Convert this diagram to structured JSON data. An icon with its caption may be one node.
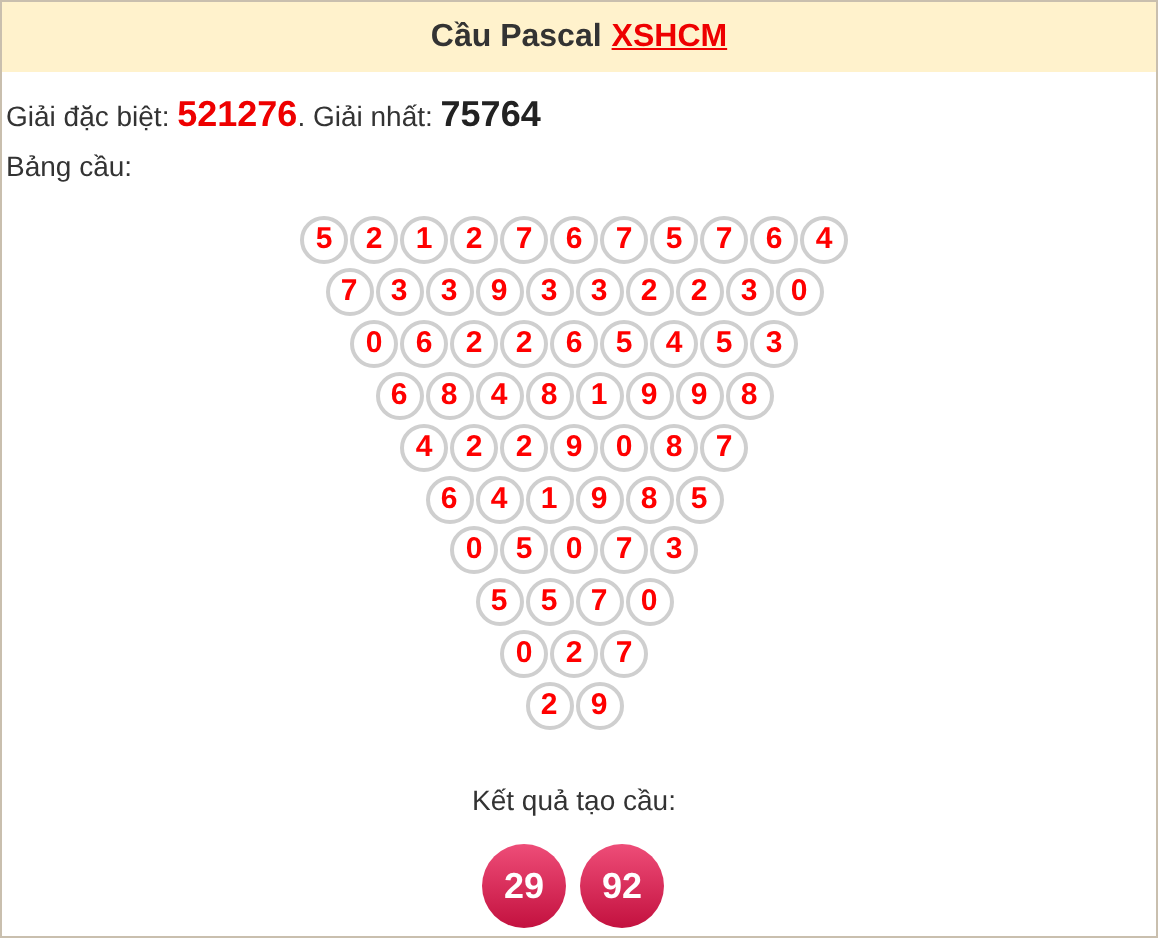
{
  "diagram": {
    "nodes": [
      {
        "text": [
          "Cầu Pascal",
          "XSHCM"
        ]
      },
      {
        "text": [
          "5"
        ]
      },
      {
        "text": [
          "2"
        ]
      },
      {
        "text": [
          "1"
        ]
      },
      {
        "text": [
          "2"
        ]
      },
      {
        "text": [
          "7"
        ]
      },
      {
        "text": [
          "6"
        ]
      },
      {
        "text": [
          "7"
        ]
      },
      {
        "text": [
          "5"
        ]
      },
      {
        "text": [
          "7"
        ]
      },
      {
        "text": [
          "6"
        ]
      },
      {
        "text": [
          "4"
        ]
      },
      {
        "text": [
          "7"
        ]
      },
      {
        "text": [
          "3"
        ]
      },
      {
        "text": [
          "3"
        ]
      },
      {
        "text": [
          "9"
        ]
      },
      {
        "text": [
          "3"
        ]
      },
      {
        "text": [
          "3"
        ]
      },
      {
        "text": [
          "2"
        ]
      },
      {
        "text": [
          "2"
        ]
      },
      {
        "text": [
          "3"
        ]
      },
      {
        "text": [
          "0"
        ]
      },
      {
        "text": [
          "0"
        ]
      },
      {
        "text": [
          "6"
        ]
      },
      {
        "text": [
          "2"
        ]
      },
      {
        "text": [
          "2"
        ]
      },
      {
        "text": [
          "6"
        ]
      },
      {
        "text": [
          "5"
        ]
      },
      {
        "text": [
          "4"
        ]
      },
      {
        "text": [
          "5"
        ]
      },
      {
        "text": [
          "3"
        ]
      },
      {
        "text": [
          "6"
        ]
      },
      {
        "text": [
          "8"
        ]
      },
      {
        "text": [
          "4"
        ]
      },
      {
        "text": [
          "8"
        ]
      },
      {
        "text": [
          "1"
        ]
      },
      {
        "text": [
          "9"
        ]
      },
      {
        "text": [
          "9"
        ]
      },
      {
        "text": [
          "8"
        ]
      },
      {
        "text": [
          "4"
        ]
      },
      {
        "text": [
          "2"
        ]
      },
      {
        "text": [
          "2"
        ]
      },
      {
        "text": [
          "9"
        ]
      },
      {
        "text": [
          "0"
        ]
      },
      {
        "text": [
          "8"
        ]
      },
      {
        "text": [
          "7"
        ]
      },
      {
        "text": [
          "6"
        ]
      },
      {
        "text": [
          "4"
        ]
      },
      {
        "text": [
          "1"
        ]
      },
      {
        "text": [
          "9"
        ]
      },
      {
        "text": [
          "8"
        ]
      },
      {
        "text": [
          "5"
        ]
      },
      {
        "text": [
          "0"
        ]
      },
      {
        "text": [
          "5"
        ]
      },
      {
        "text": [
          "0"
        ]
      },
      {
        "text": [
          "7"
        ]
      },
      {
        "text": [
          "3"
        ]
      },
      {
        "text": [
          "5"
        ]
      },
      {
        "text": [
          "5"
        ]
      },
      {
        "text": [
          "7"
        ]
      },
      {
        "text": [
          "0"
        ]
      },
      {
        "text": [
          "0"
        ]
      },
      {
        "text": [
          "2"
        ]
      },
      {
        "text": [
          "7"
        ]
      },
      {
        "text": [
          "2"
        ]
      },
      {
        "text": [
          "9"
        ]
      },
      {
        "text": [
          "29"
        ]
      },
      {
        "text": [
          "92"
        ]
      }
    ],
    "labels": [
      "Giải đặc biệt: **521276**. Giải nhất: **75764**",
      "Bảng cầu:",
      "Kết quả tạo cầu:"
    ]
  }
}
